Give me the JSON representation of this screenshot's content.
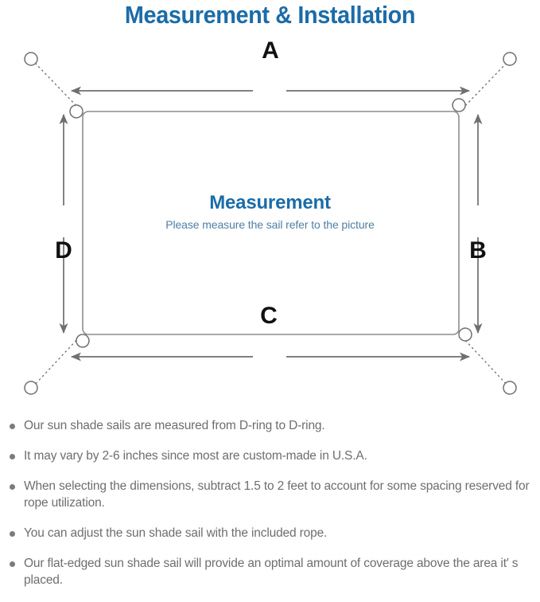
{
  "title": "Measurement & Installation",
  "center": {
    "heading": "Measurement",
    "subtitle": "Please measure the sail refer to the picture"
  },
  "dimensions": {
    "top": "A",
    "right": "B",
    "bottom": "C",
    "left": "D"
  },
  "colors": {
    "title_blue": "#1B6CA8",
    "subtitle_blue": "#4E7FA4",
    "line_gray": "#7a7a7a",
    "sail_border": "#8a8a8a",
    "bullet_gray": "#6e6e6e"
  },
  "bullets": [
    "Our sun shade sails are measured from D-ring to D-ring.",
    "It may vary by 2-6 inches since most are custom-made in U.S.A.",
    "When selecting the dimensions, subtract 1.5 to 2 feet to account for some spacing reserved for rope utilization.",
    "You can adjust the sun shade sail with the included rope.",
    "Our flat-edged sun shade sail will provide an optimal amount of coverage above the area it′ s placed."
  ]
}
